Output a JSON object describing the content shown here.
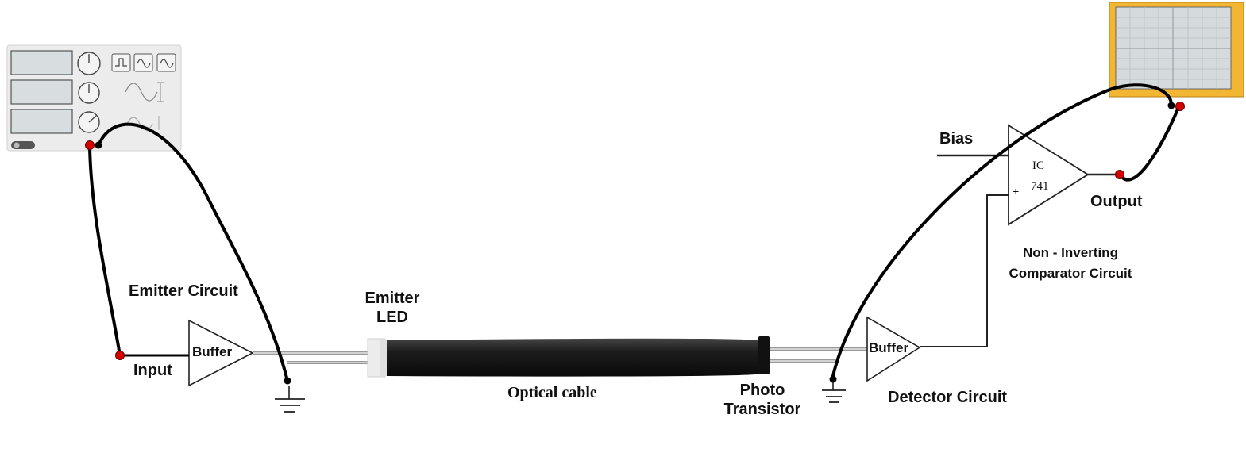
{
  "labels": {
    "emitter_circuit": "Emitter Circuit",
    "emitter_led_line1": "Emitter",
    "emitter_led_line2": "LED",
    "input": "Input",
    "emitter_buffer": "Buffer",
    "optical_cable": "Optical cable",
    "photo_line1": "Photo",
    "photo_line2": "Transistor",
    "detector_buffer": "Buffer",
    "detector_circuit": "Detector Circuit",
    "bias": "Bias",
    "ic_line1": "IC",
    "ic_line2": "741",
    "plus_sign": "+",
    "output": "Output",
    "comparator_line1": "Non - Inverting",
    "comparator_line2": "Comparator Circuit"
  },
  "colors": {
    "wire": "#000000",
    "probe": "#d40000",
    "cable": "#1c1c1c",
    "generator_body": "#ececec",
    "generator_display": "#d8dde0",
    "scope_frame": "#f2b632",
    "scope_screen": "#d5dadc"
  }
}
